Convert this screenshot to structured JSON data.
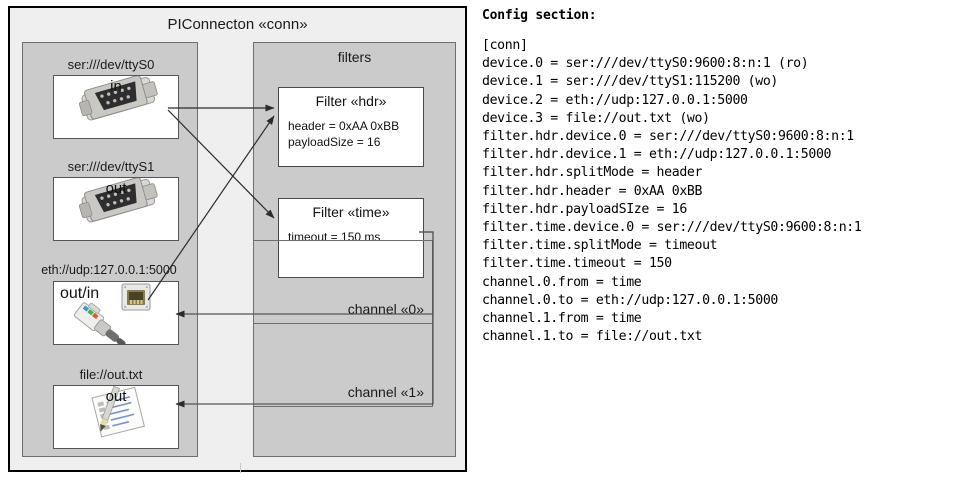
{
  "diagram": {
    "title": "PIConnecton «conn»",
    "devices_panel": {
      "items": [
        {
          "label": "ser:///dev/ttyS0",
          "io": "in",
          "icon": "serial-port-icon"
        },
        {
          "label": "ser:///dev/ttyS1",
          "io": "out",
          "icon": "serial-port-icon"
        },
        {
          "label": "eth://udp:127.0.0.1:5000",
          "io": "out/in",
          "icon": "network-jack-icon"
        },
        {
          "label": "file://out.txt",
          "io": "out",
          "icon": "text-file-icon"
        }
      ]
    },
    "filters_panel": {
      "title": "filters",
      "filters": [
        {
          "title": "Filter «hdr»",
          "props": [
            "header = 0xAA 0xBB",
            "payloadSize = 16"
          ]
        },
        {
          "title": "Filter «time»",
          "props": [
            "timeout = 150 ms"
          ]
        }
      ],
      "channels": [
        {
          "label": "channel «0»"
        },
        {
          "label": "channel «1»"
        }
      ]
    },
    "colors": {
      "canvas": "#ffffff",
      "outer_fill": "#efefef",
      "outer_border": "#000000",
      "panel_fill": "#cbcbcb",
      "panel_border": "#6e6e6e",
      "box_fill": "#ffffff",
      "box_border": "#4a4a4a",
      "arrow": "#333333",
      "text": "#1a1a1a"
    }
  },
  "config": {
    "heading": "Config section:",
    "lines": [
      "[conn]",
      "device.0 = ser:///dev/ttyS0:9600:8:n:1 (ro)",
      "device.1 = ser:///dev/ttyS1:115200 (wo)",
      "device.2 = eth://udp:127.0.0.1:5000",
      "device.3 = file://out.txt (wo)",
      "filter.hdr.device.0 = ser:///dev/ttyS0:9600:8:n:1",
      "filter.hdr.device.1 = eth://udp:127.0.0.1:5000",
      "filter.hdr.splitMode = header",
      "filter.hdr.header = 0xAA 0xBB",
      "filter.hdr.payloadSIze = 16",
      "filter.time.device.0 = ser:///dev/ttyS0:9600:8:n:1",
      "filter.time.splitMode = timeout",
      "filter.time.timeout = 150",
      "channel.0.from = time",
      "channel.0.to = eth://udp:127.0.0.1:5000",
      "channel.1.from = time",
      "channel.1.to = file://out.txt"
    ]
  }
}
